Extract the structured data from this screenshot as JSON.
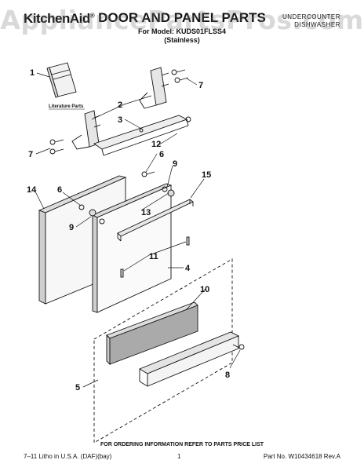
{
  "watermark": "AppliancePartsPros.com",
  "header": {
    "brand": "KitchenAid",
    "brand_mark": "®",
    "title": "DOOR AND PANEL PARTS",
    "model_line": "For Model: KUDS01FLSS4",
    "variant": "(Stainless)",
    "category_line1": "UNDERCOUNTER",
    "category_line2": "DISHWASHER"
  },
  "diagram": {
    "literature_label": "Literature Parts",
    "callouts": [
      "1",
      "2",
      "3",
      "7",
      "7",
      "12",
      "6",
      "9",
      "15",
      "14",
      "6",
      "13",
      "9",
      "11",
      "4",
      "10",
      "8",
      "5"
    ]
  },
  "footer": {
    "order_note": "FOR ORDERING INFORMATION REFER TO PARTS PRICE LIST",
    "print_info": "7–11 Litho in U.S.A. (DAF)(bay)",
    "page_number": "1",
    "part_number": "Part No. W10434618 Rev.A"
  }
}
